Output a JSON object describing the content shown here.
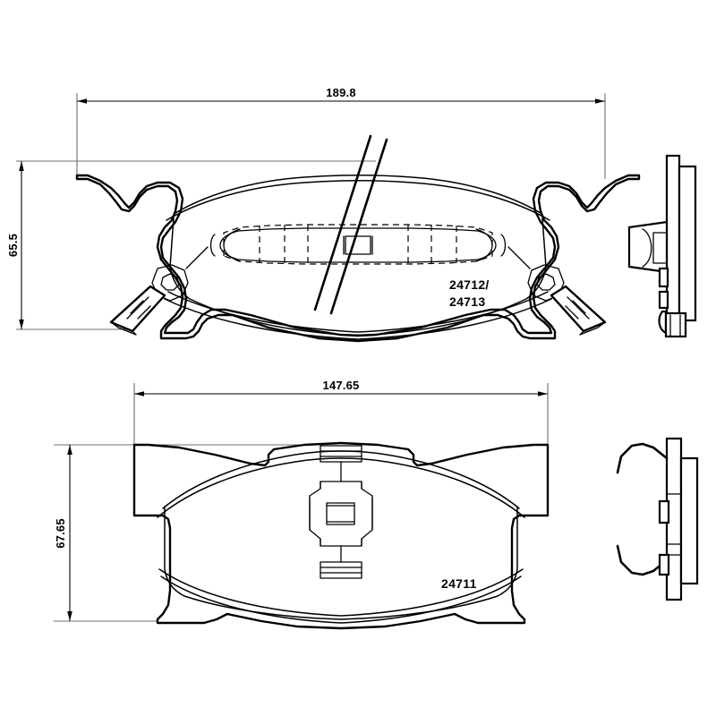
{
  "drawing": {
    "title": "Brake pad set technical drawing",
    "background_color": "#ffffff",
    "line_color": "#000000",
    "extension_line_color": "#6f6f6f",
    "units": "mm"
  },
  "views": {
    "upper": {
      "name": "front-pad-plan-view",
      "part_numbers": {
        "line1": "24712/",
        "line2": "24713"
      },
      "dimensions": {
        "width": {
          "label": "189.8",
          "orientation": "horizontal",
          "value": 189.8
        },
        "height": {
          "label": "65.5",
          "orientation": "vertical",
          "value": 65.5
        }
      },
      "side_view_name": "front-pad-side-view"
    },
    "lower": {
      "name": "rear-pad-plan-view",
      "part_numbers": {
        "line1": "24711"
      },
      "dimensions": {
        "width": {
          "label": "147.65",
          "orientation": "horizontal",
          "value": 147.65
        },
        "height": {
          "label": "67.65",
          "orientation": "vertical",
          "value": 67.65
        }
      },
      "side_view_name": "rear-pad-side-view"
    }
  },
  "icons": {
    "arrow_head": "dimension-arrow-icon",
    "wear_sensor": "wear-sensor-icon",
    "retaining_clip": "retaining-clip-icon"
  }
}
